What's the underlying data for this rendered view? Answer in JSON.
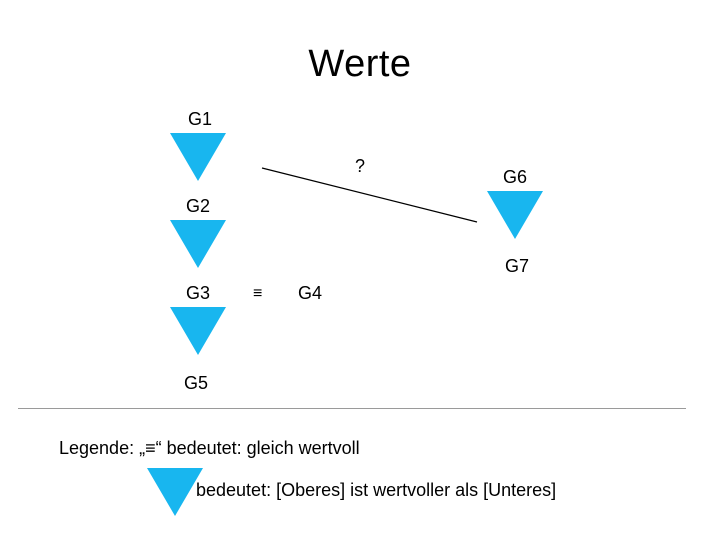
{
  "slide": {
    "title": "Werte",
    "question_marker": "?",
    "equiv_symbol": "≡"
  },
  "nodes": [
    {
      "id": "g1",
      "label": "G1"
    },
    {
      "id": "g2",
      "label": "G2"
    },
    {
      "id": "g3",
      "label": "G3"
    },
    {
      "id": "g4",
      "label": "G4"
    },
    {
      "id": "g5",
      "label": "G5"
    },
    {
      "id": "g6",
      "label": "G6"
    },
    {
      "id": "g7",
      "label": "G7"
    }
  ],
  "legend": {
    "line1": "Legende: „≡“ bedeutet: gleich wertvoll",
    "line2": "bedeutet: [Oberes] ist wertvoller als [Unteres]"
  },
  "colors": {
    "triangle": "#18b6ef",
    "line": "#000000",
    "divider": "#9a9a9a",
    "text": "#000000",
    "background": "#ffffff"
  }
}
